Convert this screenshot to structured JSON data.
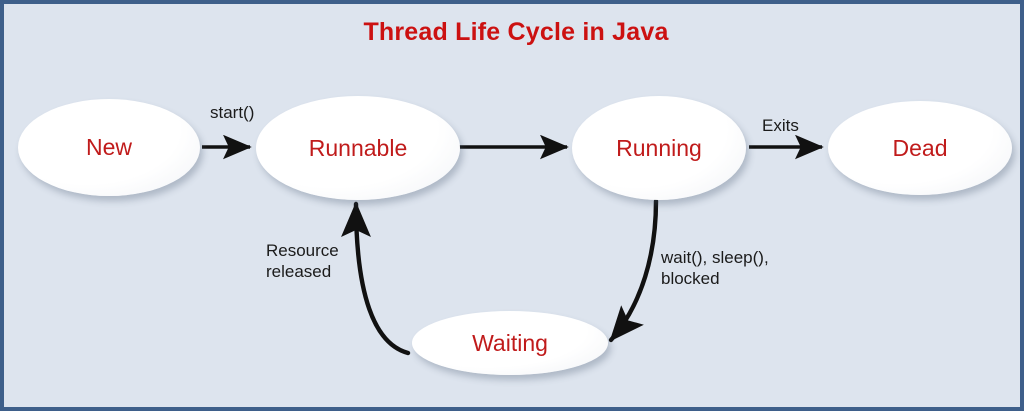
{
  "diagram": {
    "title": "Thread Life Cycle in Java",
    "title_color": "#cc1111",
    "background_color": "#dde4ee",
    "border_color": "#3e5f8a",
    "node_text_color": "#c01b1b",
    "edge_text_color": "#1b1b1b",
    "nodes": [
      {
        "id": "new",
        "label": "New"
      },
      {
        "id": "runnable",
        "label": "Runnable"
      },
      {
        "id": "running",
        "label": "Running"
      },
      {
        "id": "dead",
        "label": "Dead"
      },
      {
        "id": "waiting",
        "label": "Waiting"
      }
    ],
    "edges": [
      {
        "id": "new-to-runnable",
        "from": "New",
        "to": "Runnable",
        "label": "start()",
        "style": "straight"
      },
      {
        "id": "runnable-to-running",
        "from": "Runnable",
        "to": "Running",
        "label": "",
        "style": "straight"
      },
      {
        "id": "running-to-dead",
        "from": "Running",
        "to": "Dead",
        "label": "Exits",
        "style": "straight"
      },
      {
        "id": "running-to-waiting",
        "from": "Running",
        "to": "Waiting",
        "label": "wait(), sleep(),\nblocked",
        "style": "curved"
      },
      {
        "id": "waiting-to-runnable",
        "from": "Waiting",
        "to": "Runnable",
        "label": "Resource\nreleased",
        "style": "curved"
      }
    ]
  }
}
